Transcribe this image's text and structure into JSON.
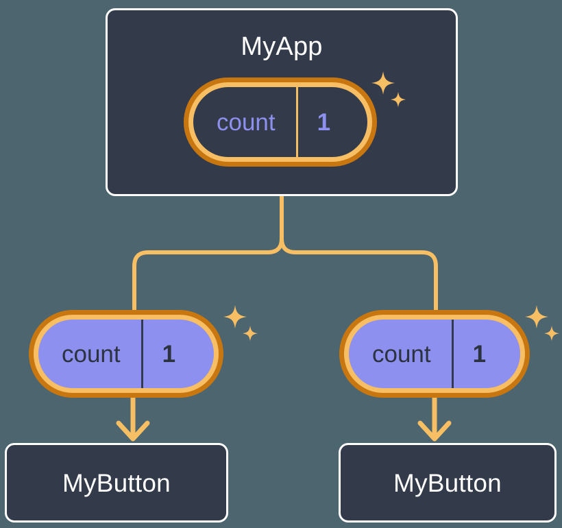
{
  "diagram": {
    "title": "MyApp component tree with shared count state",
    "background_color": "#4c656e",
    "panel_color": "#333b4b",
    "panel_border_color": "#ffffff",
    "accent_light": "#f7be64",
    "accent_dark": "#c8760f",
    "state_fill": "#8d90ee",
    "state_text_dark": "#2b3240"
  },
  "root": {
    "name": "root-component",
    "title": "MyApp",
    "state": {
      "key": "count",
      "value": "1",
      "style": "dark"
    },
    "sparkle_icon": "sparkles-icon"
  },
  "children": [
    {
      "name": "child-left",
      "title": "MyButton",
      "state": {
        "key": "count",
        "value": "1",
        "style": "purple"
      },
      "sparkle_icon": "sparkles-icon"
    },
    {
      "name": "child-right",
      "title": "MyButton",
      "state": {
        "key": "count",
        "value": "1",
        "style": "purple"
      },
      "sparkle_icon": "sparkles-icon"
    }
  ],
  "connectors": {
    "trunk_icon": "tree-branch-connector",
    "arrow_icon": "arrow-down-icon",
    "color": "#f7be64",
    "stroke_width": 6
  }
}
